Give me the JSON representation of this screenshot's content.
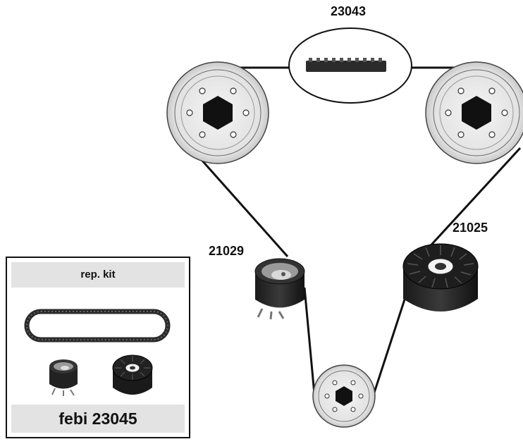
{
  "labels": {
    "belt": "23043",
    "tensioner": "21029",
    "idler": "21025"
  },
  "kit": {
    "header": "rep. kit",
    "footer": "febi 23045"
  },
  "colors": {
    "pulley_disc": "#e2e2e2",
    "hub": "#111111",
    "belt": "#111111",
    "kit_band": "#e3e3e3"
  }
}
